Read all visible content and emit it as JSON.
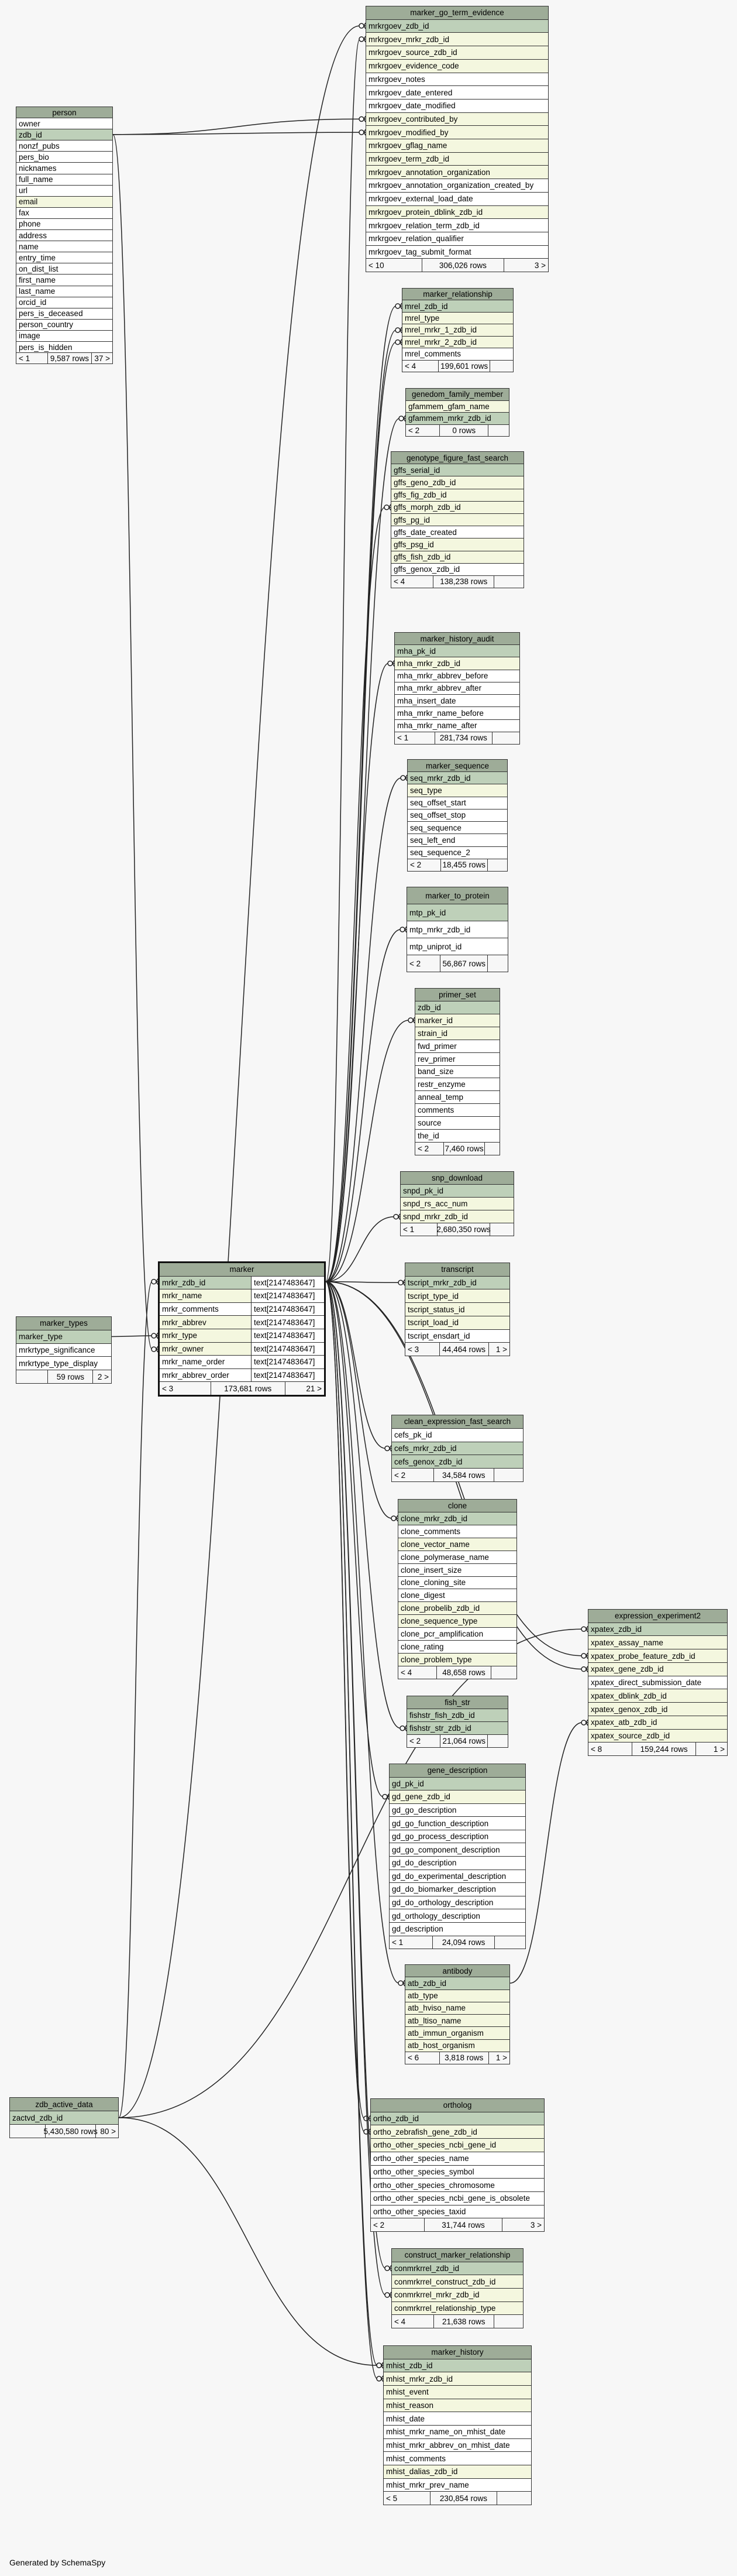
{
  "footer_note": "Generated by SchemaSpy",
  "colors": {
    "header": "#9eac98",
    "primary_key": "#bed0b9",
    "foreign_key": "#f4f7df",
    "background": "#f7f7f7"
  },
  "tables": [
    {
      "id": "marker_go_term_evidence",
      "name": "marker_go_term_evidence",
      "columns": [
        {
          "name": "mrkrgoev_zdb_id",
          "key": "pk"
        },
        {
          "name": "mrkrgoev_mrkr_zdb_id",
          "key": "fk"
        },
        {
          "name": "mrkrgoev_source_zdb_id",
          "key": "fk"
        },
        {
          "name": "mrkrgoev_evidence_code",
          "key": "fk"
        },
        {
          "name": "mrkrgoev_notes",
          "key": ""
        },
        {
          "name": "mrkrgoev_date_entered",
          "key": ""
        },
        {
          "name": "mrkrgoev_date_modified",
          "key": ""
        },
        {
          "name": "mrkrgoev_contributed_by",
          "key": "fk"
        },
        {
          "name": "mrkrgoev_modified_by",
          "key": "fk"
        },
        {
          "name": "mrkrgoev_gflag_name",
          "key": "fk"
        },
        {
          "name": "mrkrgoev_term_zdb_id",
          "key": "fk"
        },
        {
          "name": "mrkrgoev_annotation_organization",
          "key": "fk"
        },
        {
          "name": "mrkrgoev_annotation_organization_created_by",
          "key": ""
        },
        {
          "name": "mrkrgoev_external_load_date",
          "key": ""
        },
        {
          "name": "mrkrgoev_protein_dblink_zdb_id",
          "key": "fk"
        },
        {
          "name": "mrkrgoev_relation_term_zdb_id",
          "key": ""
        },
        {
          "name": "mrkrgoev_relation_qualifier",
          "key": ""
        },
        {
          "name": "mrkrgoev_tag_submit_format",
          "key": ""
        }
      ],
      "footer": {
        "parents": "< 10",
        "rows": "306,026 rows",
        "children": "3 >"
      }
    },
    {
      "id": "person",
      "name": "person",
      "columns": [
        {
          "name": "owner",
          "key": ""
        },
        {
          "name": "zdb_id",
          "key": "pk"
        },
        {
          "name": "nonzf_pubs",
          "key": ""
        },
        {
          "name": "pers_bio",
          "key": ""
        },
        {
          "name": "nicknames",
          "key": ""
        },
        {
          "name": "full_name",
          "key": ""
        },
        {
          "name": "url",
          "key": ""
        },
        {
          "name": "email",
          "key": "fk"
        },
        {
          "name": "fax",
          "key": ""
        },
        {
          "name": "phone",
          "key": ""
        },
        {
          "name": "address",
          "key": ""
        },
        {
          "name": "name",
          "key": ""
        },
        {
          "name": "entry_time",
          "key": ""
        },
        {
          "name": "on_dist_list",
          "key": ""
        },
        {
          "name": "first_name",
          "key": ""
        },
        {
          "name": "last_name",
          "key": ""
        },
        {
          "name": "orcid_id",
          "key": ""
        },
        {
          "name": "pers_is_deceased",
          "key": ""
        },
        {
          "name": "person_country",
          "key": ""
        },
        {
          "name": "image",
          "key": ""
        },
        {
          "name": "pers_is_hidden",
          "key": ""
        }
      ],
      "footer": {
        "parents": "< 1",
        "rows": "9,587 rows",
        "children": "37 >"
      }
    },
    {
      "id": "marker_relationship",
      "name": "marker_relationship",
      "columns": [
        {
          "name": "mrel_zdb_id",
          "key": "pk"
        },
        {
          "name": "mrel_type",
          "key": "fk"
        },
        {
          "name": "mrel_mrkr_1_zdb_id",
          "key": "fk"
        },
        {
          "name": "mrel_mrkr_2_zdb_id",
          "key": "fk"
        },
        {
          "name": "mrel_comments",
          "key": ""
        }
      ],
      "footer": {
        "parents": "< 4",
        "rows": "199,601 rows",
        "children": ""
      }
    },
    {
      "id": "genedom_family_member",
      "name": "genedom_family_member",
      "columns": [
        {
          "name": "gfammem_gfam_name",
          "key": "fk"
        },
        {
          "name": "gfammem_mrkr_zdb_id",
          "key": "pk"
        }
      ],
      "footer": {
        "parents": "< 2",
        "rows": "0 rows",
        "children": ""
      }
    },
    {
      "id": "genotype_figure_fast_search",
      "name": "genotype_figure_fast_search",
      "columns": [
        {
          "name": "gffs_serial_id",
          "key": "pk"
        },
        {
          "name": "gffs_geno_zdb_id",
          "key": "fk"
        },
        {
          "name": "gffs_fig_zdb_id",
          "key": "fk"
        },
        {
          "name": "gffs_morph_zdb_id",
          "key": "fk"
        },
        {
          "name": "gffs_pg_id",
          "key": "fk"
        },
        {
          "name": "gffs_date_created",
          "key": ""
        },
        {
          "name": "gffs_psg_id",
          "key": "fk"
        },
        {
          "name": "gffs_fish_zdb_id",
          "key": "fk"
        },
        {
          "name": "gffs_genox_zdb_id",
          "key": ""
        }
      ],
      "footer": {
        "parents": "< 4",
        "rows": "138,238 rows",
        "children": ""
      }
    },
    {
      "id": "marker_history_audit",
      "name": "marker_history_audit",
      "columns": [
        {
          "name": "mha_pk_id",
          "key": "pk"
        },
        {
          "name": "mha_mrkr_zdb_id",
          "key": "fk"
        },
        {
          "name": "mha_mrkr_abbrev_before",
          "key": ""
        },
        {
          "name": "mha_mrkr_abbrev_after",
          "key": ""
        },
        {
          "name": "mha_insert_date",
          "key": ""
        },
        {
          "name": "mha_mrkr_name_before",
          "key": ""
        },
        {
          "name": "mha_mrkr_name_after",
          "key": ""
        }
      ],
      "footer": {
        "parents": "< 1",
        "rows": "281,734 rows",
        "children": ""
      }
    },
    {
      "id": "marker_sequence",
      "name": "marker_sequence",
      "columns": [
        {
          "name": "seq_mrkr_zdb_id",
          "key": "pk"
        },
        {
          "name": "seq_type",
          "key": "fk"
        },
        {
          "name": "seq_offset_start",
          "key": ""
        },
        {
          "name": "seq_offset_stop",
          "key": ""
        },
        {
          "name": "seq_sequence",
          "key": ""
        },
        {
          "name": "seq_left_end",
          "key": ""
        },
        {
          "name": "seq_sequence_2",
          "key": ""
        }
      ],
      "footer": {
        "parents": "< 2",
        "rows": "18,455 rows",
        "children": ""
      }
    },
    {
      "id": "marker_to_protein",
      "name": "marker_to_protein",
      "columns": [
        {
          "name": "mtp_pk_id",
          "key": "pk"
        },
        {
          "name": "mtp_mrkr_zdb_id",
          "key": ""
        },
        {
          "name": "mtp_uniprot_id",
          "key": ""
        }
      ],
      "footer": {
        "parents": "< 2",
        "rows": "56,867 rows",
        "children": ""
      }
    },
    {
      "id": "primer_set",
      "name": "primer_set",
      "columns": [
        {
          "name": "zdb_id",
          "key": "pk"
        },
        {
          "name": "marker_id",
          "key": "fk"
        },
        {
          "name": "strain_id",
          "key": "fk"
        },
        {
          "name": "fwd_primer",
          "key": ""
        },
        {
          "name": "rev_primer",
          "key": ""
        },
        {
          "name": "band_size",
          "key": ""
        },
        {
          "name": "restr_enzyme",
          "key": ""
        },
        {
          "name": "anneal_temp",
          "key": ""
        },
        {
          "name": "comments",
          "key": ""
        },
        {
          "name": "source",
          "key": ""
        },
        {
          "name": "the_id",
          "key": ""
        }
      ],
      "footer": {
        "parents": "< 2",
        "rows": "7,460 rows",
        "children": ""
      }
    },
    {
      "id": "snp_download",
      "name": "snp_download",
      "columns": [
        {
          "name": "snpd_pk_id",
          "key": "pk"
        },
        {
          "name": "snpd_rs_acc_num",
          "key": "fk"
        },
        {
          "name": "snpd_mrkr_zdb_id",
          "key": "fk"
        }
      ],
      "footer": {
        "parents": "< 1",
        "rows": "2,680,350 rows",
        "children": ""
      }
    },
    {
      "id": "transcript",
      "name": "transcript",
      "columns": [
        {
          "name": "tscript_mrkr_zdb_id",
          "key": "pk"
        },
        {
          "name": "tscript_type_id",
          "key": "fk"
        },
        {
          "name": "tscript_status_id",
          "key": "fk"
        },
        {
          "name": "tscript_load_id",
          "key": "fk"
        },
        {
          "name": "tscript_ensdart_id",
          "key": ""
        }
      ],
      "footer": {
        "parents": "< 3",
        "rows": "44,464 rows",
        "children": "1 >"
      }
    },
    {
      "id": "clean_expression_fast_search",
      "name": "clean_expression_fast_search",
      "columns": [
        {
          "name": "cefs_pk_id",
          "key": ""
        },
        {
          "name": "cefs_mrkr_zdb_id",
          "key": "pk"
        },
        {
          "name": "cefs_genox_zdb_id",
          "key": "pk"
        }
      ],
      "footer": {
        "parents": "< 2",
        "rows": "34,584 rows",
        "children": ""
      }
    },
    {
      "id": "clone",
      "name": "clone",
      "columns": [
        {
          "name": "clone_mrkr_zdb_id",
          "key": "pk"
        },
        {
          "name": "clone_comments",
          "key": ""
        },
        {
          "name": "clone_vector_name",
          "key": "fk"
        },
        {
          "name": "clone_polymerase_name",
          "key": ""
        },
        {
          "name": "clone_insert_size",
          "key": ""
        },
        {
          "name": "clone_cloning_site",
          "key": ""
        },
        {
          "name": "clone_digest",
          "key": ""
        },
        {
          "name": "clone_probelib_zdb_id",
          "key": "fk"
        },
        {
          "name": "clone_sequence_type",
          "key": "fk"
        },
        {
          "name": "clone_pcr_amplification",
          "key": ""
        },
        {
          "name": "clone_rating",
          "key": ""
        },
        {
          "name": "clone_problem_type",
          "key": "fk"
        }
      ],
      "footer": {
        "parents": "< 4",
        "rows": "48,658 rows",
        "children": ""
      }
    },
    {
      "id": "fish_str",
      "name": "fish_str",
      "columns": [
        {
          "name": "fishstr_fish_zdb_id",
          "key": "pk"
        },
        {
          "name": "fishstr_str_zdb_id",
          "key": "pk"
        }
      ],
      "footer": {
        "parents": "< 2",
        "rows": "21,064 rows",
        "children": ""
      }
    },
    {
      "id": "gene_description",
      "name": "gene_description",
      "columns": [
        {
          "name": "gd_pk_id",
          "key": "pk"
        },
        {
          "name": "gd_gene_zdb_id",
          "key": "fk"
        },
        {
          "name": "gd_go_description",
          "key": ""
        },
        {
          "name": "gd_go_function_description",
          "key": ""
        },
        {
          "name": "gd_go_process_description",
          "key": ""
        },
        {
          "name": "gd_go_component_description",
          "key": ""
        },
        {
          "name": "gd_do_description",
          "key": ""
        },
        {
          "name": "gd_do_experimental_description",
          "key": ""
        },
        {
          "name": "gd_do_biomarker_description",
          "key": ""
        },
        {
          "name": "gd_do_orthology_description",
          "key": ""
        },
        {
          "name": "gd_orthology_description",
          "key": ""
        },
        {
          "name": "gd_description",
          "key": ""
        }
      ],
      "footer": {
        "parents": "< 1",
        "rows": "24,094 rows",
        "children": ""
      }
    },
    {
      "id": "antibody",
      "name": "antibody",
      "columns": [
        {
          "name": "atb_zdb_id",
          "key": "pk"
        },
        {
          "name": "atb_type",
          "key": "fk"
        },
        {
          "name": "atb_hviso_name",
          "key": "fk"
        },
        {
          "name": "atb_ltiso_name",
          "key": "fk"
        },
        {
          "name": "atb_immun_organism",
          "key": "fk"
        },
        {
          "name": "atb_host_organism",
          "key": "fk"
        }
      ],
      "footer": {
        "parents": "< 6",
        "rows": "3,818 rows",
        "children": "1 >"
      }
    },
    {
      "id": "ortholog",
      "name": "ortholog",
      "columns": [
        {
          "name": "ortho_zdb_id",
          "key": "pk"
        },
        {
          "name": "ortho_zebrafish_gene_zdb_id",
          "key": "fk"
        },
        {
          "name": "ortho_other_species_ncbi_gene_id",
          "key": "fk"
        },
        {
          "name": "ortho_other_species_name",
          "key": ""
        },
        {
          "name": "ortho_other_species_symbol",
          "key": ""
        },
        {
          "name": "ortho_other_species_chromosome",
          "key": ""
        },
        {
          "name": "ortho_other_species_ncbi_gene_is_obsolete",
          "key": ""
        },
        {
          "name": "ortho_other_species_taxid",
          "key": ""
        }
      ],
      "footer": {
        "parents": "< 2",
        "rows": "31,744 rows",
        "children": "3 >"
      }
    },
    {
      "id": "construct_marker_relationship",
      "name": "construct_marker_relationship",
      "columns": [
        {
          "name": "conmrkrrel_zdb_id",
          "key": "pk"
        },
        {
          "name": "conmrkrrel_construct_zdb_id",
          "key": "fk"
        },
        {
          "name": "conmrkrrel_mrkr_zdb_id",
          "key": "fk"
        },
        {
          "name": "conmrkrrel_relationship_type",
          "key": "fk"
        }
      ],
      "footer": {
        "parents": "< 4",
        "rows": "21,638 rows",
        "children": ""
      }
    },
    {
      "id": "marker_history",
      "name": "marker_history",
      "columns": [
        {
          "name": "mhist_zdb_id",
          "key": "pk"
        },
        {
          "name": "mhist_mrkr_zdb_id",
          "key": "fk"
        },
        {
          "name": "mhist_event",
          "key": "fk"
        },
        {
          "name": "mhist_reason",
          "key": "fk"
        },
        {
          "name": "mhist_date",
          "key": ""
        },
        {
          "name": "mhist_mrkr_name_on_mhist_date",
          "key": ""
        },
        {
          "name": "mhist_mrkr_abbrev_on_mhist_date",
          "key": ""
        },
        {
          "name": "mhist_comments",
          "key": ""
        },
        {
          "name": "mhist_dalias_zdb_id",
          "key": "fk"
        },
        {
          "name": "mhist_mrkr_prev_name",
          "key": ""
        }
      ],
      "footer": {
        "parents": "< 5",
        "rows": "230,854 rows",
        "children": ""
      }
    },
    {
      "id": "marker",
      "name": "marker",
      "focus": true,
      "columns": [
        {
          "name": "mrkr_zdb_id",
          "key": "pk",
          "type": "text[2147483647]"
        },
        {
          "name": "mrkr_name",
          "key": "fk",
          "type": "text[2147483647]"
        },
        {
          "name": "mrkr_comments",
          "key": "",
          "type": "text[2147483647]"
        },
        {
          "name": "mrkr_abbrev",
          "key": "fk",
          "type": "text[2147483647]"
        },
        {
          "name": "mrkr_type",
          "key": "fk",
          "type": "text[2147483647]"
        },
        {
          "name": "mrkr_owner",
          "key": "fk",
          "type": "text[2147483647]"
        },
        {
          "name": "mrkr_name_order",
          "key": "",
          "type": "text[2147483647]"
        },
        {
          "name": "mrkr_abbrev_order",
          "key": "",
          "type": "text[2147483647]"
        }
      ],
      "footer": {
        "parents": "< 3",
        "rows": "173,681 rows",
        "children": "21 >"
      }
    },
    {
      "id": "marker_types",
      "name": "marker_types",
      "columns": [
        {
          "name": "marker_type",
          "key": "pk"
        },
        {
          "name": "mrkrtype_significance",
          "key": ""
        },
        {
          "name": "mrkrtype_type_display",
          "key": ""
        }
      ],
      "footer": {
        "parents": "",
        "rows": "59 rows",
        "children": "2 >"
      }
    },
    {
      "id": "zdb_active_data",
      "name": "zdb_active_data",
      "columns": [
        {
          "name": "zactvd_zdb_id",
          "key": "pk"
        }
      ],
      "footer": {
        "parents": "",
        "rows": "5,430,580 rows",
        "children": "80 >"
      }
    },
    {
      "id": "expression_experiment2",
      "name": "expression_experiment2",
      "columns": [
        {
          "name": "xpatex_zdb_id",
          "key": "pk"
        },
        {
          "name": "xpatex_assay_name",
          "key": "fk"
        },
        {
          "name": "xpatex_probe_feature_zdb_id",
          "key": "fk"
        },
        {
          "name": "xpatex_gene_zdb_id",
          "key": "fk"
        },
        {
          "name": "xpatex_direct_submission_date",
          "key": ""
        },
        {
          "name": "xpatex_dblink_zdb_id",
          "key": "fk"
        },
        {
          "name": "xpatex_genox_zdb_id",
          "key": "fk"
        },
        {
          "name": "xpatex_atb_zdb_id",
          "key": "fk"
        },
        {
          "name": "xpatex_source_zdb_id",
          "key": "fk"
        }
      ],
      "footer": {
        "parents": "< 8",
        "rows": "159,244 rows",
        "children": "1 >"
      }
    }
  ]
}
